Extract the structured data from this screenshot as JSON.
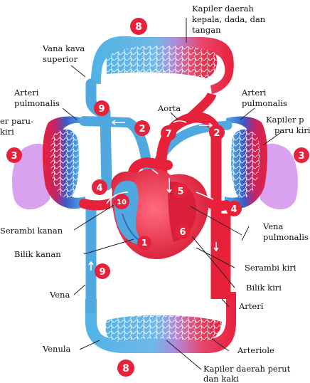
{
  "labels": {
    "kapiler_kepala": [
      "Kapiler daerah",
      "kepala, dada, dan",
      "tangan"
    ],
    "vena_kava": [
      "Vana kava",
      "superior"
    ],
    "arteri_pulm_left": [
      "Arteri",
      "pulmonalis"
    ],
    "arteri_pulm_right": [
      "Arteri",
      "pulmonalis"
    ],
    "aorta": "Aorta",
    "kapiler_paru_left": [
      "er paru-",
      "kiri"
    ],
    "kapiler_paru_right": [
      "Kapiler p",
      "paru kiri"
    ],
    "serambi_kanan": "Serambi kanan",
    "bilik_kanan": "Bilik kanan",
    "vena_pulm": [
      "Vena",
      "pulmonalis"
    ],
    "serambi_kiri": "Serambi kiri",
    "bilik_kiri": "Bilik kiri",
    "vena": "Vena",
    "arteri": "Arteri",
    "venula": "Venula",
    "arteriole": "Arteriole",
    "kapiler_perut": [
      "Kapiler daerah perut",
      "dan kaki"
    ]
  },
  "numbers": {
    "n8_top": "8",
    "n8_bottom": "8",
    "n9_top": "9",
    "n9_bottom": "9",
    "n2_left": "2",
    "n2_right": "2",
    "n7": "7",
    "n3_left": "3",
    "n3_right": "3",
    "n4_left": "4",
    "n4_right": "4",
    "n10": "10",
    "n5": "5",
    "n6": "6",
    "n1": "1"
  },
  "colors": {
    "oxygenated": "#e8213a",
    "deoxygenated": "#4fa8e0",
    "lung": "#d9a2ee",
    "badge": "#e8213a",
    "heart": "#ee3c52"
  }
}
